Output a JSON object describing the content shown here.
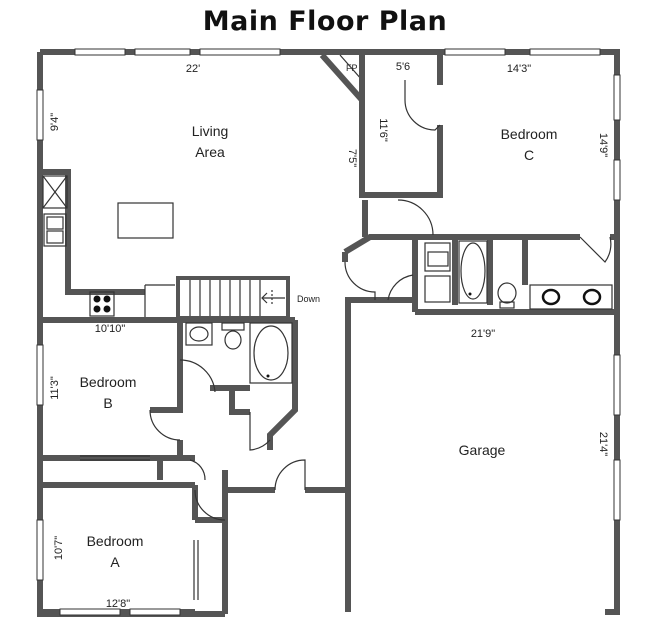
{
  "title": "Main Floor Plan",
  "rooms": {
    "living": [
      "Living",
      "Area"
    ],
    "bedroom_c": [
      "Bedroom",
      "C"
    ],
    "bedroom_b": [
      "Bedroom",
      "B"
    ],
    "bedroom_a": [
      "Bedroom",
      "A"
    ],
    "garage": "Garage"
  },
  "dimensions": {
    "living_width": "22'",
    "living_depth": "9'4\"",
    "closet_width": "5'6",
    "closet_depth_a": "11'6\"",
    "closet_depth_b": "7'5\"",
    "bedroom_c_width": "14'3\"",
    "bedroom_c_depth": "14'9\"",
    "bedroom_b_width": "10'10\"",
    "bedroom_b_depth": "11'3\"",
    "bedroom_a_width": "12'8\"",
    "bedroom_a_depth": "10'7\"",
    "garage_width": "21'9\"",
    "garage_depth": "21'4\""
  },
  "labels": {
    "fireplace": "FP",
    "stairs": "Down"
  }
}
